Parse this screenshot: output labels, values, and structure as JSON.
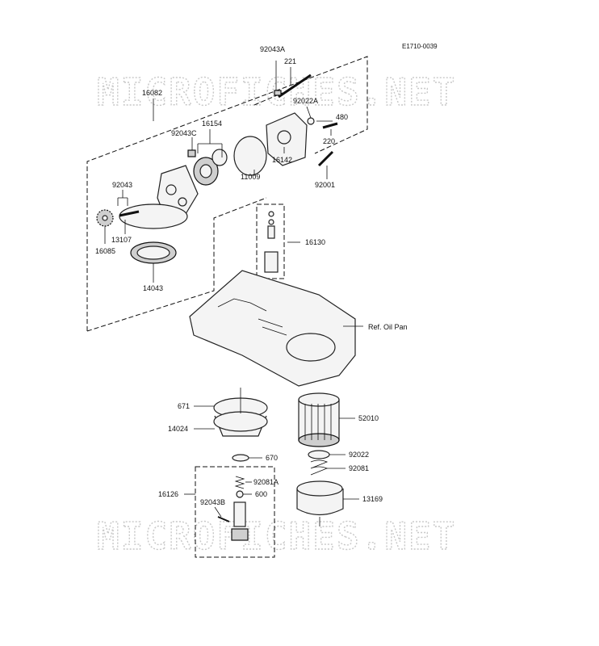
{
  "diagram_code": "E1710-0039",
  "watermark": "MICROFICHES.NET",
  "labels": {
    "p92043A": "92043A",
    "p221": "221",
    "p16082": "16082",
    "p92022A": "92022A",
    "p480": "480",
    "p16154": "16154",
    "p92043C": "92043C",
    "p220": "220",
    "p16142": "16142",
    "p11009": "11009",
    "p92001": "92001",
    "p92043": "92043",
    "p13107": "13107",
    "p16085": "16085",
    "p16130": "16130",
    "p14043": "14043",
    "refOilPan": "Ref. Oil Pan",
    "p671": "671",
    "p52010": "52010",
    "p14024": "14024",
    "p92022": "92022",
    "p670": "670",
    "p92081": "92081",
    "p92081A": "92081A",
    "p16126": "16126",
    "p600": "600",
    "p92043B": "92043B",
    "p13169": "13169"
  }
}
